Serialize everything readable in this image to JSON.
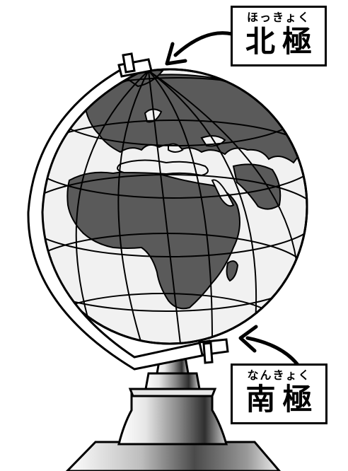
{
  "labels": {
    "north": {
      "furigana": "ほっきょく",
      "kanji": "北極"
    },
    "south": {
      "furigana": "なんきょく",
      "kanji": "南極"
    }
  },
  "colors": {
    "land": "#5a5a5a",
    "ocean": "#f1f1f1",
    "outline": "#000000",
    "background": "#ffffff"
  },
  "icons": [
    "north-pole-arrow-icon",
    "south-pole-arrow-icon"
  ]
}
